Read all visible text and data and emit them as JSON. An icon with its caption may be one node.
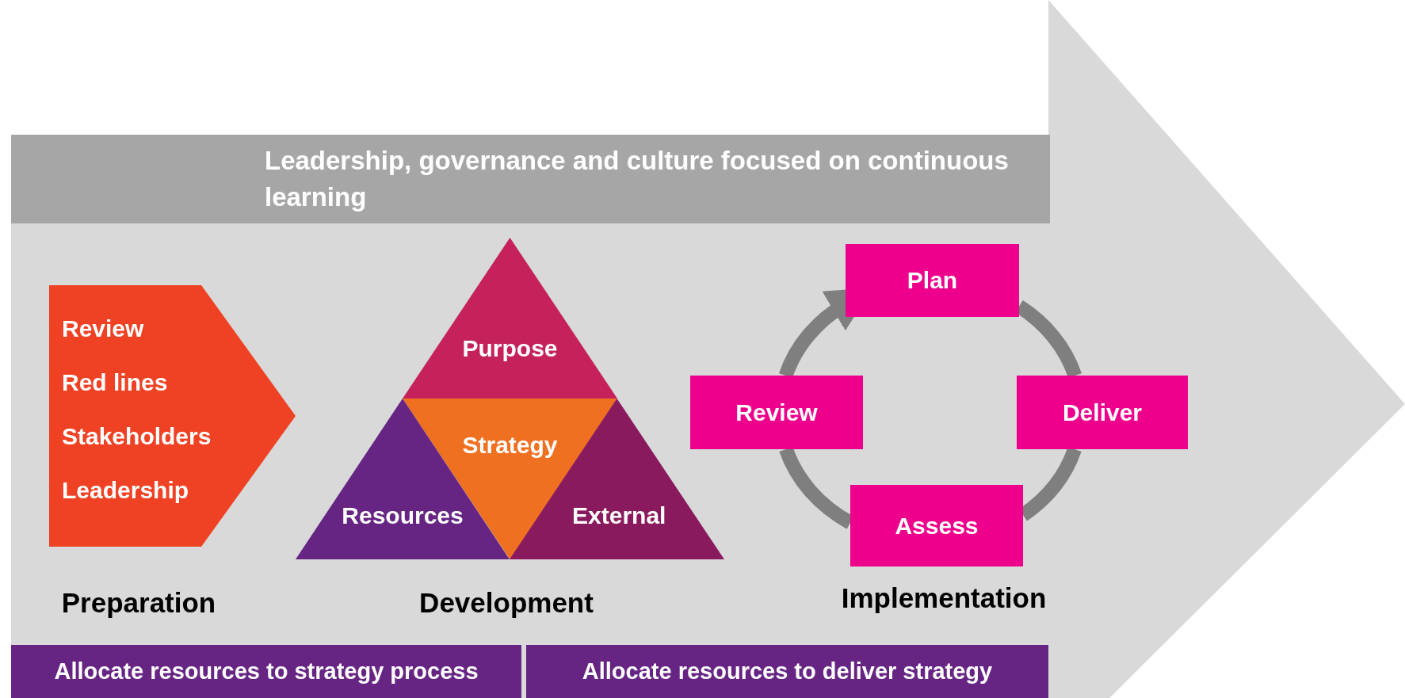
{
  "diagram": {
    "nodes": [
      {
        "text": [
          "Leadership, governance and culture focused on continuous learning"
        ]
      },
      {
        "text": [
          "Review",
          "Red lines",
          "Stakeholders",
          "Leadership"
        ]
      },
      {
        "text": [
          "Purpose"
        ]
      },
      {
        "text": [
          "Strategy"
        ]
      },
      {
        "text": [
          "Resources"
        ]
      },
      {
        "text": [
          "External"
        ]
      },
      {
        "text": [
          "Plan"
        ]
      },
      {
        "text": [
          "Deliver"
        ]
      },
      {
        "text": [
          "Assess"
        ]
      },
      {
        "text": [
          "Review"
        ]
      },
      {
        "text": [
          "Allocate resources to strategy process"
        ]
      },
      {
        "text": [
          "Allocate resources to deliver strategy"
        ]
      }
    ],
    "edges": [
      {
        "from": 9,
        "to": 6,
        "arrow": "to"
      },
      {
        "from": 6,
        "to": 7,
        "arrow": "none"
      },
      {
        "from": 7,
        "to": 8,
        "arrow": "none"
      },
      {
        "from": 8,
        "to": 9,
        "arrow": "none"
      }
    ],
    "labels": [
      "Preparation",
      "Development",
      "Implementation"
    ]
  }
}
